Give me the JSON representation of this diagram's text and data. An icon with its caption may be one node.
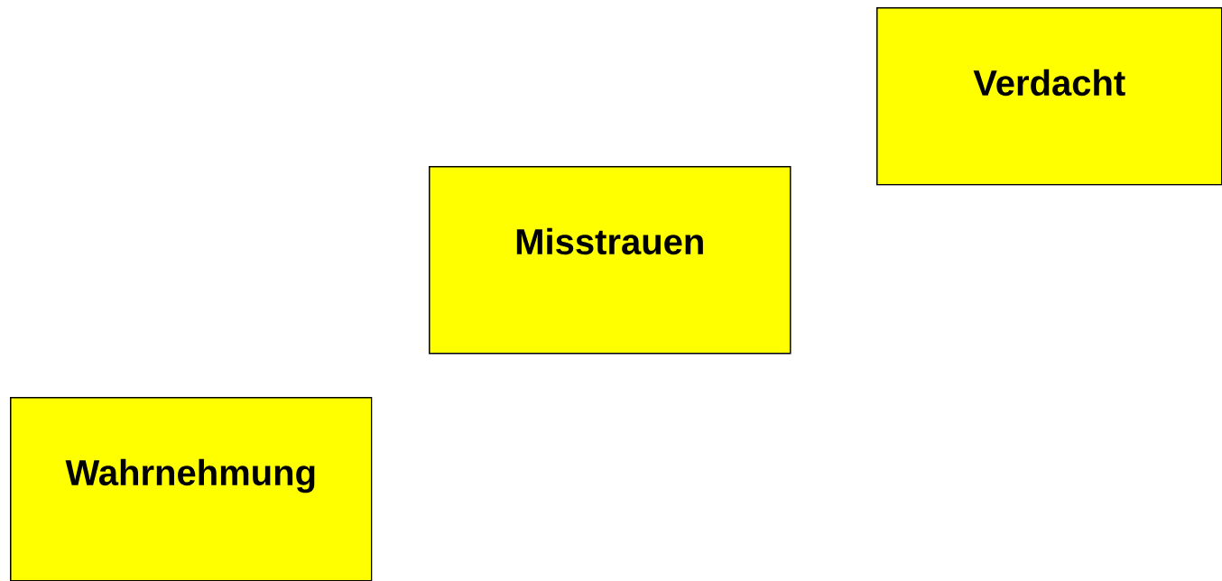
{
  "diagram": {
    "nodes": [
      {
        "text": [
          "Verdacht"
        ]
      },
      {
        "text": [
          "Misstrauen"
        ]
      },
      {
        "text": [
          "Wahrnehmung"
        ]
      }
    ]
  }
}
